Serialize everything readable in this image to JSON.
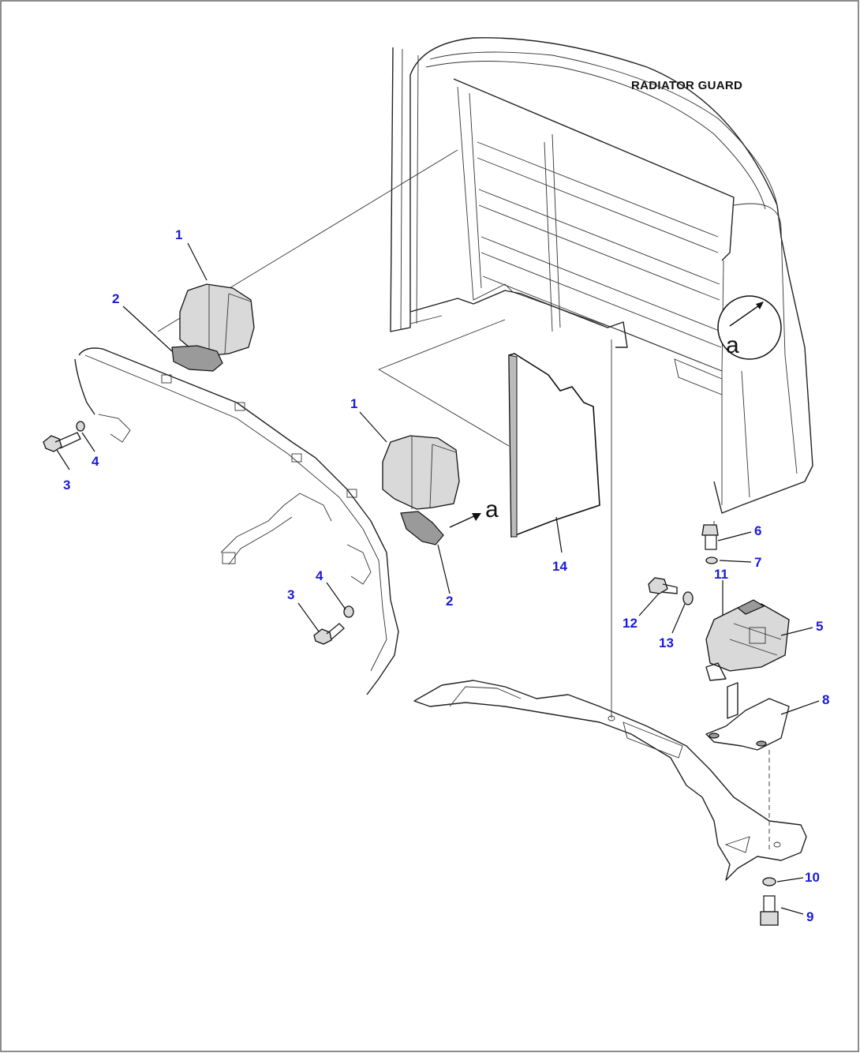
{
  "diagram": {
    "title": "RADIATOR GUARD",
    "detail_label": "a",
    "callouts": [
      {
        "id": "c1a",
        "label": "1"
      },
      {
        "id": "c1b",
        "label": "1"
      },
      {
        "id": "c2a",
        "label": "2"
      },
      {
        "id": "c2b",
        "label": "2"
      },
      {
        "id": "c3a",
        "label": "3"
      },
      {
        "id": "c3b",
        "label": "3"
      },
      {
        "id": "c4a",
        "label": "4"
      },
      {
        "id": "c4b",
        "label": "4"
      },
      {
        "id": "c5",
        "label": "5"
      },
      {
        "id": "c6",
        "label": "6"
      },
      {
        "id": "c7",
        "label": "7"
      },
      {
        "id": "c8",
        "label": "8"
      },
      {
        "id": "c9",
        "label": "9"
      },
      {
        "id": "c10",
        "label": "10"
      },
      {
        "id": "c11",
        "label": "11"
      },
      {
        "id": "c12",
        "label": "12"
      },
      {
        "id": "c13",
        "label": "13"
      },
      {
        "id": "c14",
        "label": "14"
      }
    ]
  },
  "colors": {
    "callout": "#1a1adc",
    "line": "#222222",
    "background": "#ffffff"
  }
}
